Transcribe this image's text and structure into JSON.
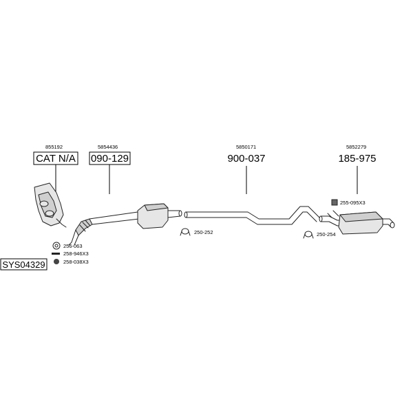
{
  "system_code": "SYS04329",
  "parts": [
    {
      "part_no": "855192",
      "label": "CAT N/A"
    },
    {
      "part_no": "5854436",
      "label": "090-129"
    },
    {
      "part_no": "5850171",
      "label": "900-037"
    },
    {
      "part_no": "5852279",
      "label": "185-975"
    }
  ],
  "fittings": [
    {
      "code": "256-063",
      "icon": "gasket-ring-icon"
    },
    {
      "code": "258-946X3",
      "icon": "bolt-icon"
    },
    {
      "code": "258-038X3",
      "icon": "nut-icon"
    },
    {
      "code": "250-252",
      "icon": "clamp-icon"
    },
    {
      "code": "250-254",
      "icon": "clamp-icon"
    },
    {
      "code": "255-095X3",
      "icon": "rubber-hanger-icon"
    }
  ]
}
